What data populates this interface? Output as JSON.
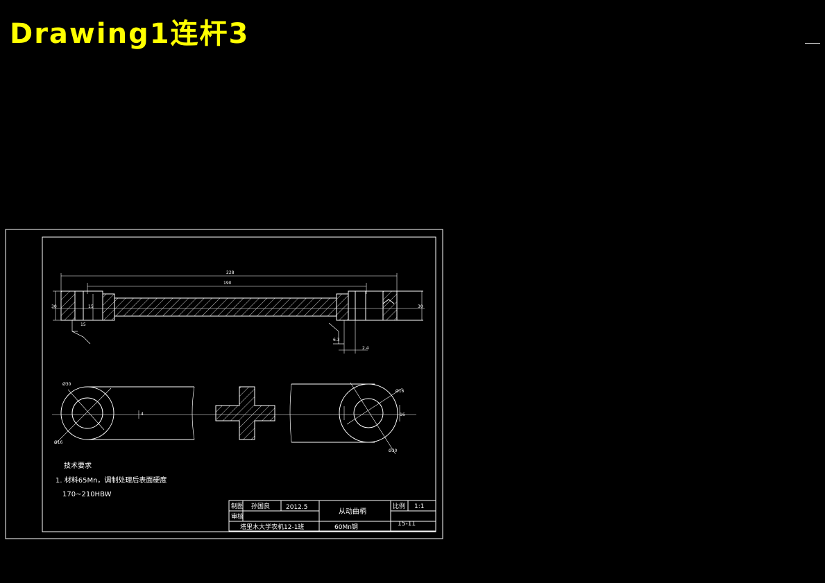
{
  "window": {
    "title": "Drawing1连杆3"
  },
  "drawing": {
    "dimensions": {
      "overall_length": "228",
      "inner_length": "190",
      "left_height": "30",
      "shaft_dia": "15",
      "right_height": "30",
      "chamfer_small": "2.4",
      "left_mark": "15",
      "right_mark": "6.3",
      "left_circle_top": "Ø30",
      "left_circle_bottom": "Ø16",
      "center_small": "4",
      "right_circle_a": "Ø16",
      "right_circle_b": "Ø30",
      "right_gap": "16"
    },
    "tech": {
      "heading": "技术要求",
      "line1": "1. 材料65Mn，调制处理后表面硬度",
      "line2": "170~210HBW"
    },
    "titleblock": {
      "drawn_label": "制图",
      "drawn_name": "孙国良",
      "date": "2012.5",
      "check_label": "审核",
      "part_name": "从动曲柄",
      "scale_label": "比例",
      "scale": "1:1",
      "drawing_no": "15-11",
      "machine": "塔里木大学农机12-1班",
      "material": "60Mn钢"
    }
  }
}
